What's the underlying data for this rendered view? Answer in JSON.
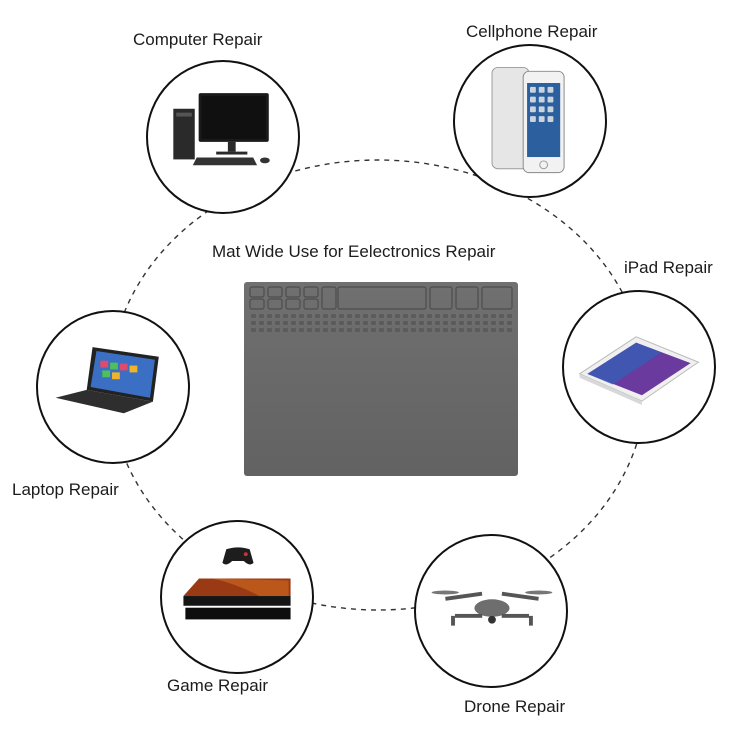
{
  "title": "Mat Wide Use for Eelectronics Repair",
  "items": [
    {
      "id": "computer",
      "label": "Computer Repair",
      "icon": "computer-icon"
    },
    {
      "id": "cellphone",
      "label": "Cellphone Repair",
      "icon": "cellphone-icon"
    },
    {
      "id": "ipad",
      "label": "iPad Repair",
      "icon": "ipad-icon"
    },
    {
      "id": "drone",
      "label": "Drone Repair",
      "icon": "drone-icon"
    },
    {
      "id": "game",
      "label": "Game Repair",
      "icon": "game-icon"
    },
    {
      "id": "laptop",
      "label": "Laptop Repair",
      "icon": "laptop-icon"
    }
  ],
  "colors": {
    "mat": "#6e6e6e",
    "circle_border": "#111111",
    "dashes": "#333333"
  }
}
